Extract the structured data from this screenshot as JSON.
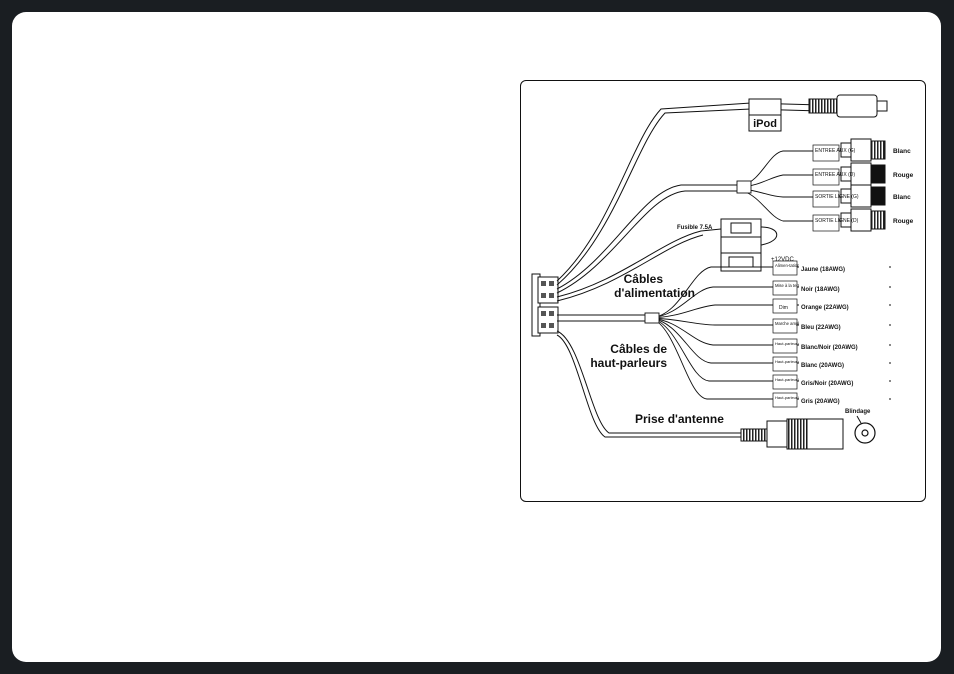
{
  "diagram": {
    "ipod_label": "iPod",
    "rca": [
      {
        "tag": "ENTREE AUX (G)",
        "color": "Blanc"
      },
      {
        "tag": "ENTREE AUX (D)",
        "color": "Rouge"
      },
      {
        "tag": "SORTIE LIGNE (G)",
        "color": "Blanc"
      },
      {
        "tag": "SORTIE LIGNE (D)",
        "color": "Rouge"
      }
    ],
    "fuse_label": "Fusible 7.5A",
    "power_label": "+12VDC",
    "power_title": [
      "Câbles",
      "d'alimentation"
    ],
    "speaker_title": [
      "Câbles de",
      "haut-parleurs"
    ],
    "antenna_label": "Prise d'antenne",
    "shield_label": "Blindage",
    "wires": [
      {
        "tag": "Alimen-tation +",
        "spec": "Jaune (18AWG)"
      },
      {
        "tag": "Mise à la terre –",
        "spec": "Noir (18AWG)"
      },
      {
        "tag": "Dim",
        "spec": "Orange (22AWG)"
      },
      {
        "tag": "Marche ampli",
        "spec": "Bleu (22AWG)"
      },
      {
        "tag": "Haut-parleur G (+)",
        "spec": "Blanc/Noir (20AWG)"
      },
      {
        "tag": "Haut-parleur G (–)",
        "spec": "Blanc (20AWG)"
      },
      {
        "tag": "Haut-parleur D (+)",
        "spec": "Gris/Noir (20AWG)"
      },
      {
        "tag": "Haut-parleur D (–)",
        "spec": "Gris (20AWG)"
      }
    ]
  }
}
